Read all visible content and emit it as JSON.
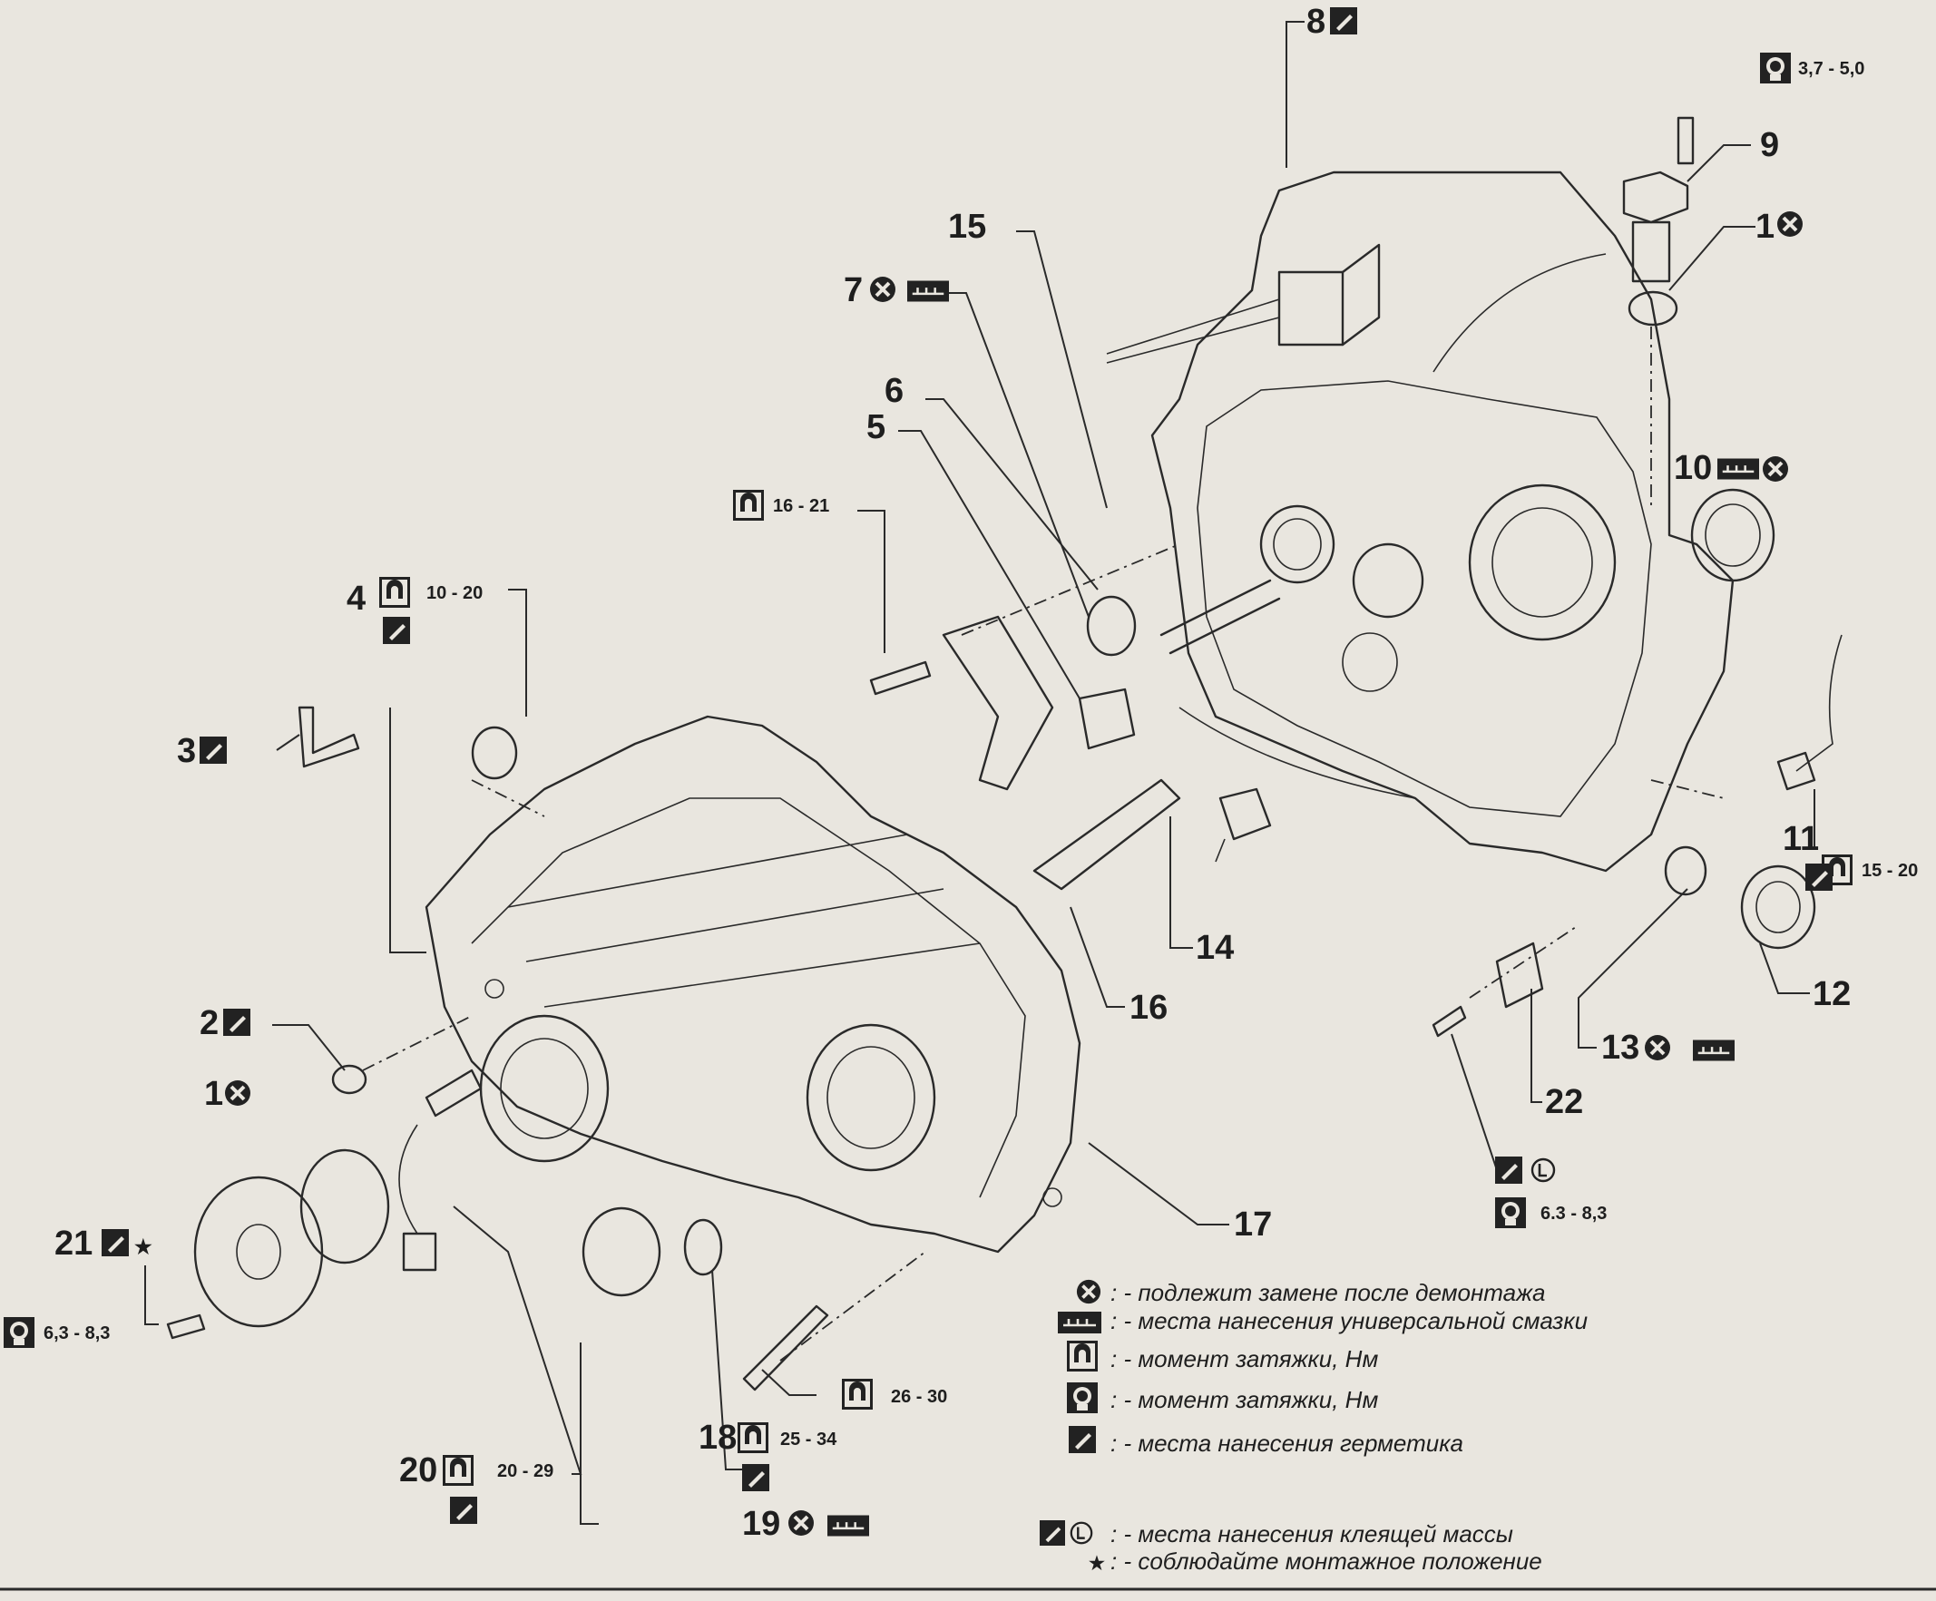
{
  "callouts": {
    "c1_top": "1",
    "c1_left": "1",
    "c2": "2",
    "c3": "3",
    "c4": "4",
    "c5": "5",
    "c6": "6",
    "c7": "7",
    "c8": "8",
    "c9": "9",
    "c10": "10",
    "c11": "11",
    "c12": "12",
    "c13": "13",
    "c14": "14",
    "c15": "15",
    "c16": "16",
    "c17": "17",
    "c18": "18",
    "c19": "19",
    "c20": "20",
    "c21": "21",
    "c22": "22"
  },
  "torque_specs": {
    "t9": "3,7 - 5,0",
    "t7_bolt": "16 - 21",
    "t4": "10 - 20",
    "t11": "15 - 20",
    "t22_bolt": "6.3 - 8,3",
    "t21_bolt": "6,3 - 8,3",
    "t17_bolt": "26 - 30",
    "t18": "25 - 34",
    "t20": "20 - 29"
  },
  "legend": {
    "replace": ": - подлежит замене после демонтажа",
    "grease": ": - места нанесения универсальной смазки",
    "torque_wrench": ": - момент затяжки, Нм",
    "torque_socket": ": - момент затяжки, Нм",
    "sealant": ": - места нанесения герметика",
    "adhesive": ": - места нанесения клеящей массы",
    "position": ": - соблюдайте монтажное положение"
  },
  "symbols": {
    "lock_mark": "L",
    "star": "★"
  }
}
